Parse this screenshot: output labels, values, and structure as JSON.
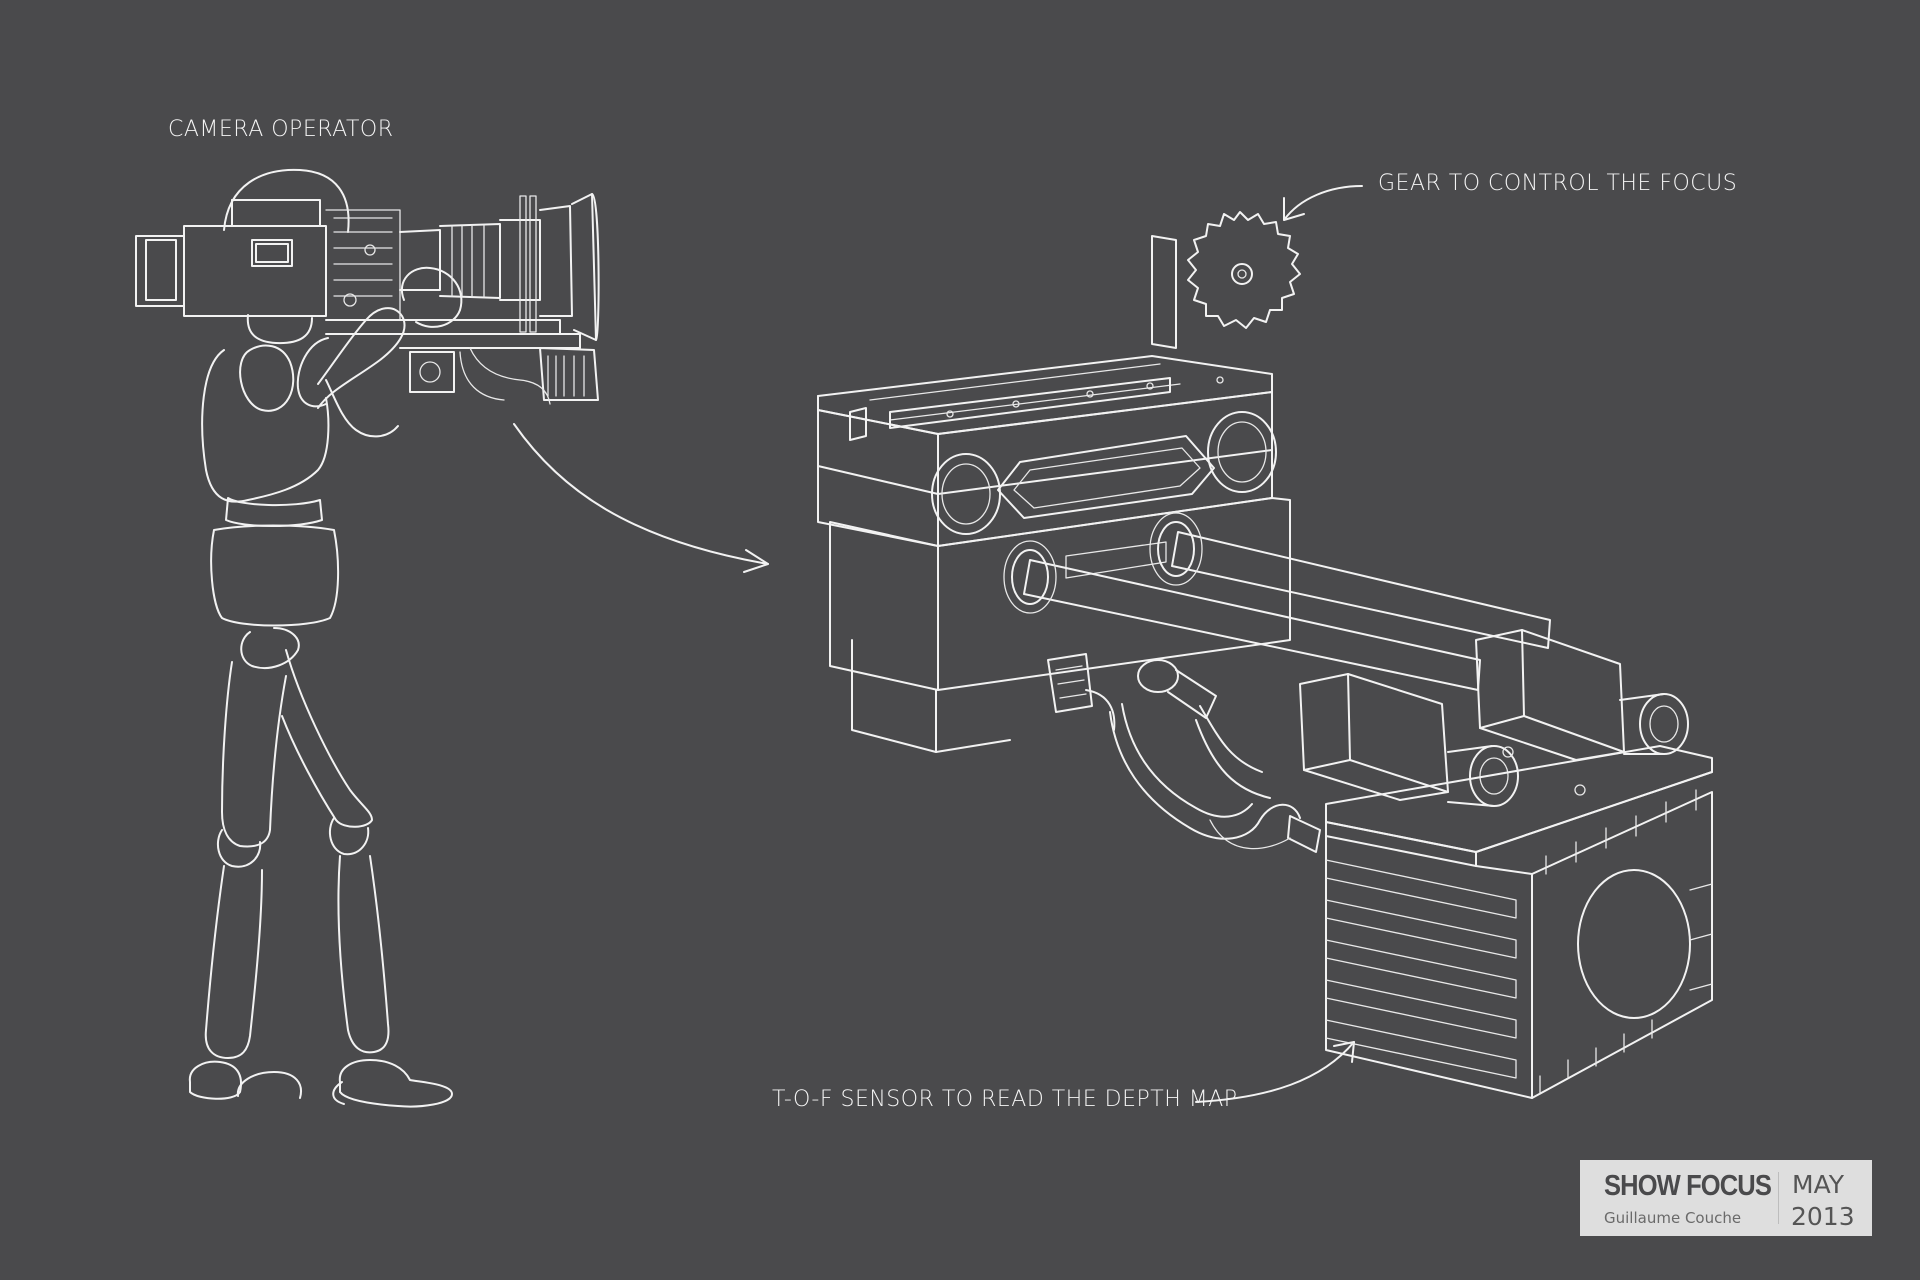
{
  "labels": {
    "operator": "CAMERA OPERATOR",
    "gear": "GEAR TO CONTROL THE FOCUS",
    "sensor": "T-O-F SENSOR TO READ THE DEPTH MAP"
  },
  "stamp": {
    "title": "SHOW FOCUS",
    "author": "Guillaume Couche",
    "month": "MAY",
    "year": "2013"
  },
  "colors": {
    "background": "#4a4a4c",
    "line": "#f2f2f2",
    "stamp_background": "#dedede"
  }
}
